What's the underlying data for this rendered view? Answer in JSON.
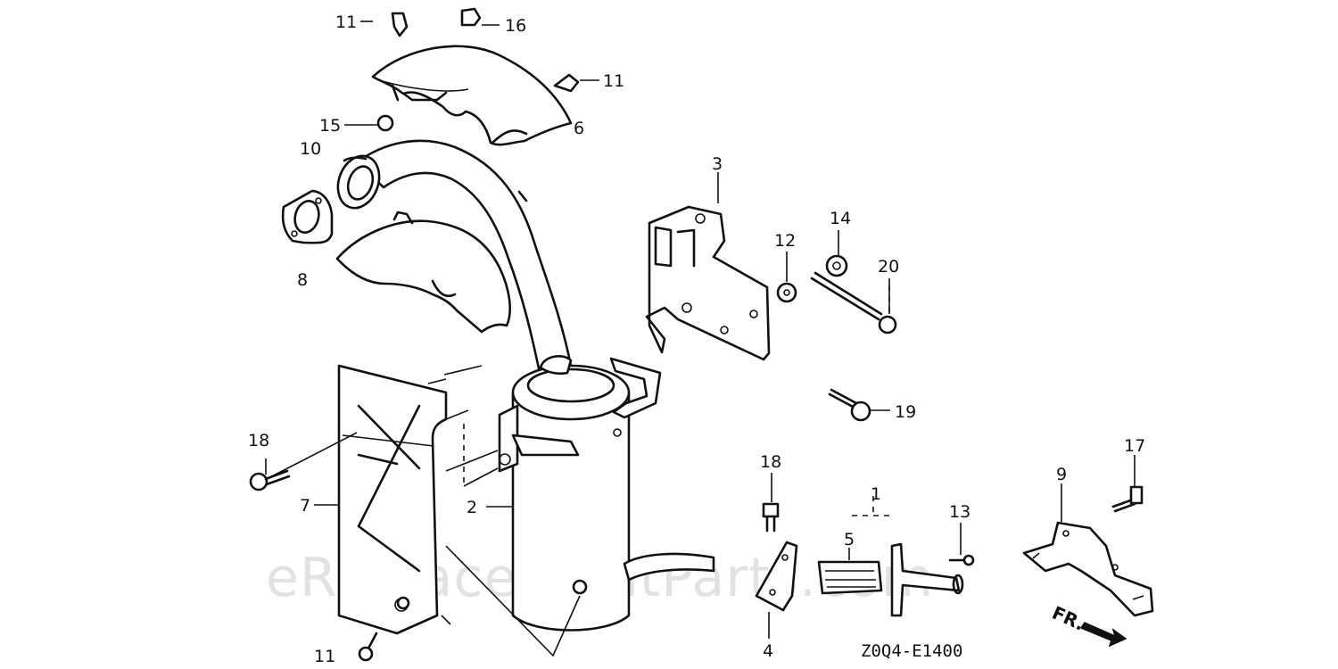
{
  "diagram": {
    "watermark": "eReplacementParts.com",
    "drawing_code": "Z0Q4-E1400",
    "direction_label": "FR.",
    "callouts": {
      "c1": "1",
      "c2": "2",
      "c3": "3",
      "c4": "4",
      "c5": "5",
      "c6": "6",
      "c7": "7",
      "c8": "8",
      "c9": "9",
      "c10": "10",
      "c11a": "11",
      "c11b": "11",
      "c11c": "11",
      "c12": "12",
      "c13": "13",
      "c14": "14",
      "c15": "15",
      "c16": "16",
      "c17": "17",
      "c18a": "18",
      "c18b": "18",
      "c19": "19",
      "c20": "20"
    }
  }
}
